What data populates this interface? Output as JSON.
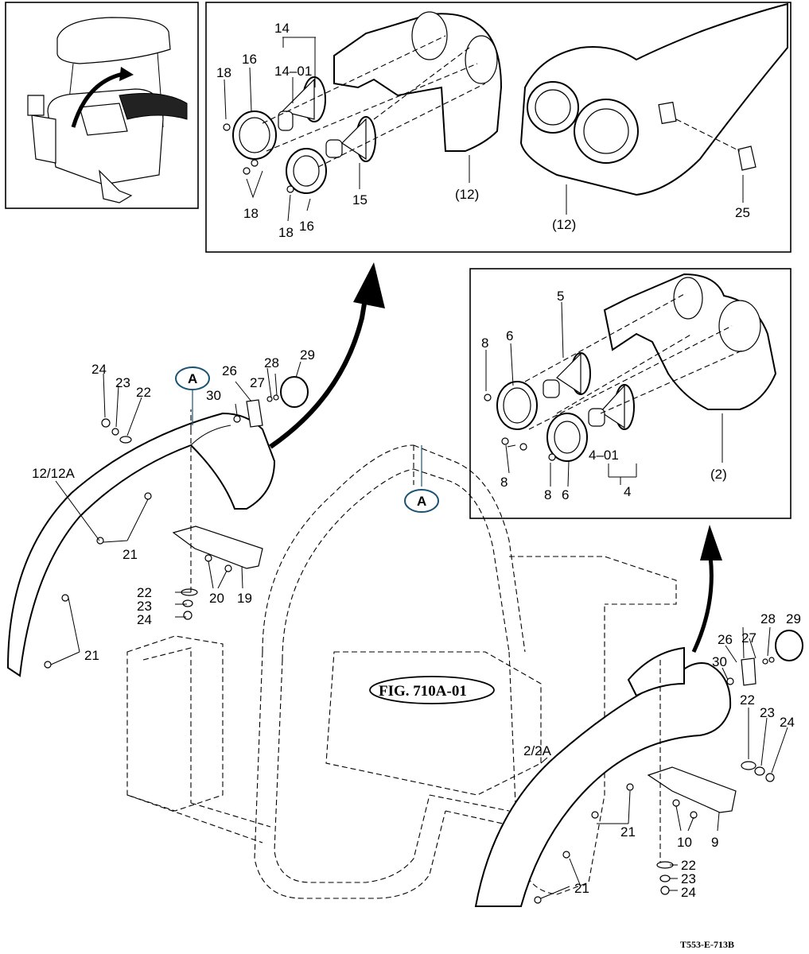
{
  "callouts": {
    "t14": "14",
    "t14_01": "14–01",
    "t16a": "16",
    "t18a": "18",
    "t18b": "18",
    "t18c": "18",
    "t16b": "16",
    "t15": "15",
    "t12a": "(12)",
    "t12b": "(12)",
    "t25": "25",
    "t5": "5",
    "t6a": "6",
    "t8a": "8",
    "t8b": "8",
    "t8c": "8",
    "t6b": "6",
    "t4_01": "4–01",
    "t4": "4",
    "t2": "(2)",
    "l24": "24",
    "l23": "23",
    "l22": "22",
    "l26": "26",
    "l28": "28",
    "l29": "29",
    "l30": "30",
    "l27": "27",
    "l12": "12/12A",
    "l21a": "21",
    "l21b": "21",
    "l22b": "22",
    "l23b": "23",
    "l24b": "24",
    "l20": "20",
    "l19": "19",
    "r28": "28",
    "r29": "29",
    "r26": "26",
    "r27": "27",
    "r30": "30",
    "r22": "22",
    "r23": "23",
    "r24": "24",
    "r2": "2/2A",
    "r21a": "21",
    "r21b": "21",
    "r10": "10",
    "r9": "9",
    "r22b": "22",
    "r23b": "23",
    "r24b": "24"
  },
  "refs": {
    "view_a_left": "A",
    "view_a_center": "A",
    "figure_ref": "FIG. 710A-01"
  },
  "drawing_code": "T553-E-713B"
}
